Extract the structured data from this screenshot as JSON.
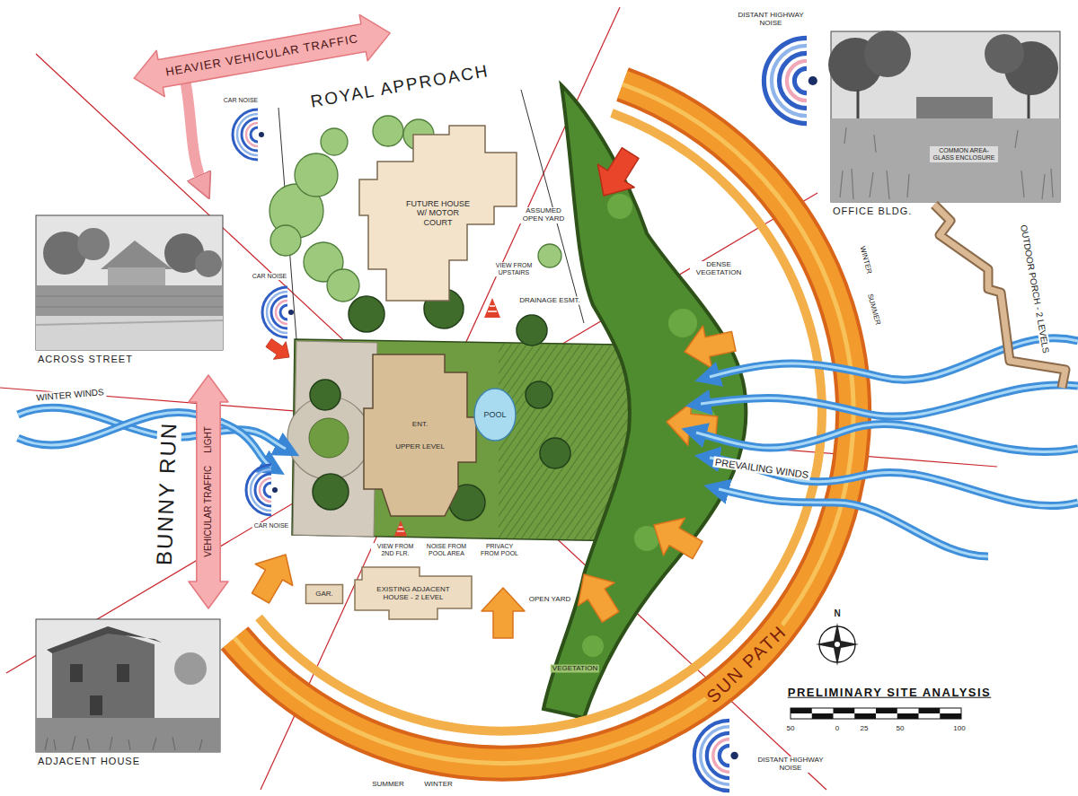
{
  "diagram": {
    "title": "PRELIMINARY SITE ANALYSIS",
    "nodes": [
      {
        "text": [
          "HEAVIER VEHICULAR TRAFFIC"
        ]
      },
      {
        "text": [
          "COMMON AREA-GLASS ENCLOSURE",
          "OFFICE BLDG."
        ]
      },
      {
        "text": [
          "FUTURE HOUSE W/ MOTOR COURT"
        ]
      },
      {
        "text": [
          "ACROSS STREET"
        ]
      },
      {
        "text": [
          "ENT.",
          "UPPER LEVEL"
        ]
      },
      {
        "text": [
          "POOL"
        ]
      },
      {
        "text": [
          "VEHICULAR TRAFFIC",
          "LIGHT"
        ]
      },
      {
        "text": [
          "EXISTING ADJACENT HOUSE - 2 LEVEL"
        ]
      },
      {
        "text": [
          "GAR."
        ]
      },
      {
        "text": [
          "ADJACENT HOUSE"
        ]
      }
    ],
    "labels": [
      "ROYAL APPROACH",
      "CAR NOISE",
      "DISTANT HIGHWAY NOISE",
      "OUTDOOR PORCH - 2 LEVELS",
      "VIEW FROM UPSTAIRS",
      "ASSUMED OPEN YARD",
      "DRAINAGE ESMT.",
      "DENSE VEGETATION",
      "WINTER",
      "SUMMER",
      "CAR NOISE",
      "WINTER WINDS",
      "BUNNY RUN",
      "PREVAILING WINDS",
      "CAR NOISE",
      "VIEW FROM 2ND FLR.",
      "NOISE FROM POOL AREA",
      "PRIVACY FROM POOL",
      "OPEN YARD",
      "VEGETATION",
      "SUN PATH",
      "SUMMER",
      "WINTER",
      "DISTANT HIGHWAY NOISE",
      "N",
      "50",
      "0",
      "25",
      "50",
      "100"
    ]
  }
}
